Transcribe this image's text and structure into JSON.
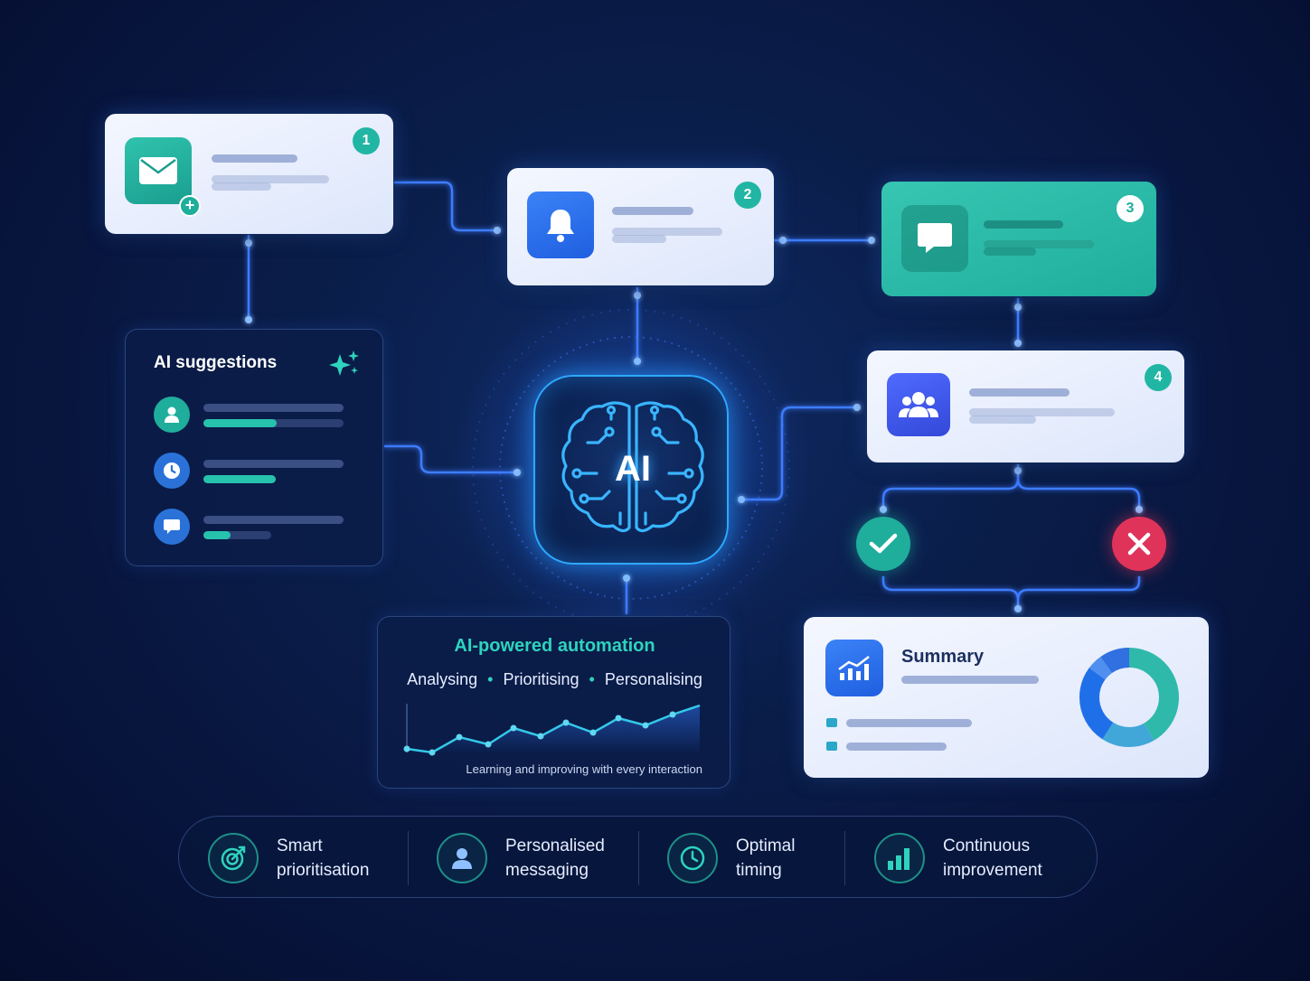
{
  "steps": [
    {
      "number": "1",
      "icon": "mail-icon"
    },
    {
      "number": "2",
      "icon": "bell-icon"
    },
    {
      "number": "3",
      "icon": "chat-icon"
    },
    {
      "number": "4",
      "icon": "group-icon"
    }
  ],
  "suggestions": {
    "title": "AI suggestions",
    "items": [
      "user-icon",
      "clock-icon",
      "chat-icon"
    ]
  },
  "ai_core": {
    "label": "AI"
  },
  "automation": {
    "title": "AI-powered automation",
    "stages": [
      "Analysing",
      "Prioritising",
      "Personalising"
    ],
    "separator": "•",
    "caption": "Learning and improving with every interaction"
  },
  "summary": {
    "title": "Summary"
  },
  "features": [
    {
      "label": "Smart\nprioritisation",
      "icon": "target-icon"
    },
    {
      "label": "Personalised\nmessaging",
      "icon": "user-icon"
    },
    {
      "label": "Optimal\ntiming",
      "icon": "clock-icon"
    },
    {
      "label": "Continuous\nimprovement",
      "icon": "bar-chart-icon"
    }
  ],
  "colors": {
    "accent_teal": "#21b6a4",
    "accent_blue": "#2f6fe8",
    "wire_blue": "#3d7bff",
    "success": "#1fae9c",
    "error": "#e0335a"
  }
}
